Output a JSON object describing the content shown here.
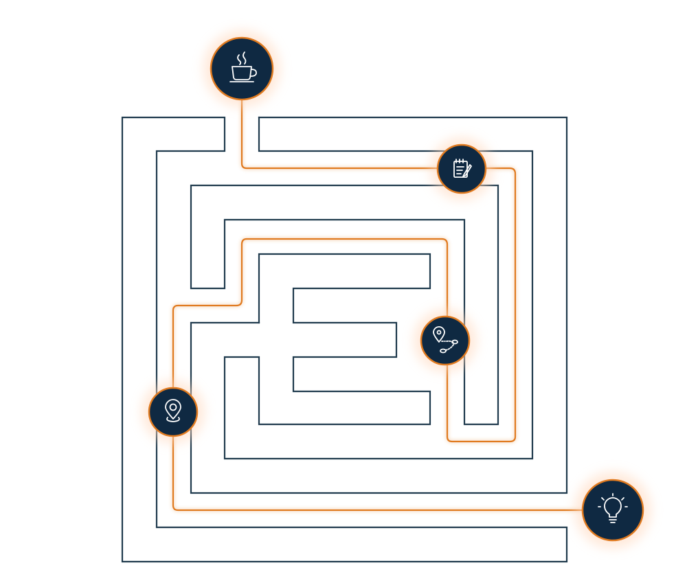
{
  "colors": {
    "wall": "#1f3a4d",
    "route": "#e07a1f",
    "node": "#0f2942",
    "glow": "#ffd8bd"
  },
  "nodes": [
    {
      "id": "start",
      "icon": "coffee-cup-icon"
    },
    {
      "id": "plan",
      "icon": "notepad-pencil-icon"
    },
    {
      "id": "route",
      "icon": "map-route-pins-icon"
    },
    {
      "id": "location",
      "icon": "location-pin-icon"
    },
    {
      "id": "finish",
      "icon": "lightbulb-icon"
    }
  ]
}
